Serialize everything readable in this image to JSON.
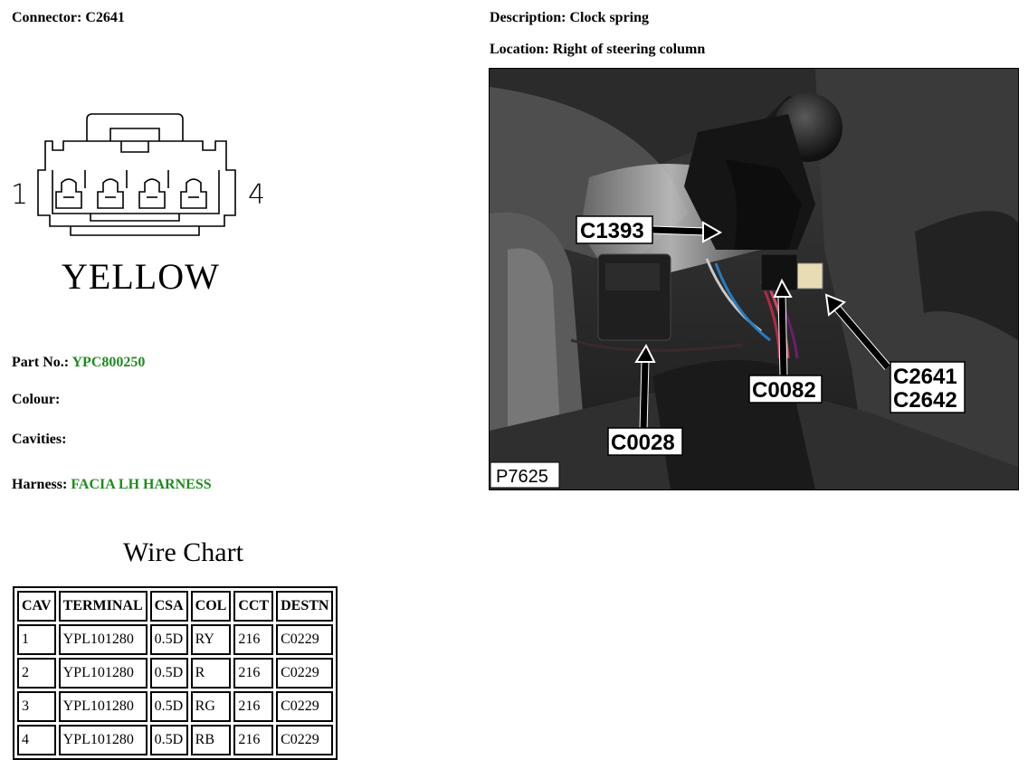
{
  "connector": {
    "label": "Connector:",
    "value": "C2641"
  },
  "description": {
    "label": "Description:",
    "value": "Clock spring"
  },
  "location": {
    "label": "Location:",
    "value": "Right of steering column"
  },
  "diagram": {
    "pin_left": "1",
    "pin_right": "4",
    "colour_text": "YELLOW"
  },
  "part_no": {
    "label": "Part No.:",
    "value": "YPC800250"
  },
  "colour": {
    "label": "Colour:",
    "value": ""
  },
  "cavities": {
    "label": "Cavities:",
    "value": ""
  },
  "harness": {
    "label": "Harness:",
    "value": "FACIA LH HARNESS"
  },
  "wire_chart": {
    "title": "Wire Chart",
    "headers": [
      "CAV",
      "TERMINAL",
      "CSA",
      "COL",
      "CCT",
      "DESTN"
    ],
    "rows": [
      [
        "1",
        "YPL101280",
        "0.5D",
        "RY",
        "216",
        "C0229"
      ],
      [
        "2",
        "YPL101280",
        "0.5D",
        "R",
        "216",
        "C0229"
      ],
      [
        "3",
        "YPL101280",
        "0.5D",
        "RG",
        "216",
        "C0229"
      ],
      [
        "4",
        "YPL101280",
        "0.5D",
        "RB",
        "216",
        "C0229"
      ]
    ]
  },
  "photo": {
    "callouts": [
      "C1393",
      "C0028",
      "C0082",
      "C2641",
      "C2642"
    ],
    "reference": "P7625"
  },
  "colors": {
    "accent_green": "#1f8b1f"
  }
}
